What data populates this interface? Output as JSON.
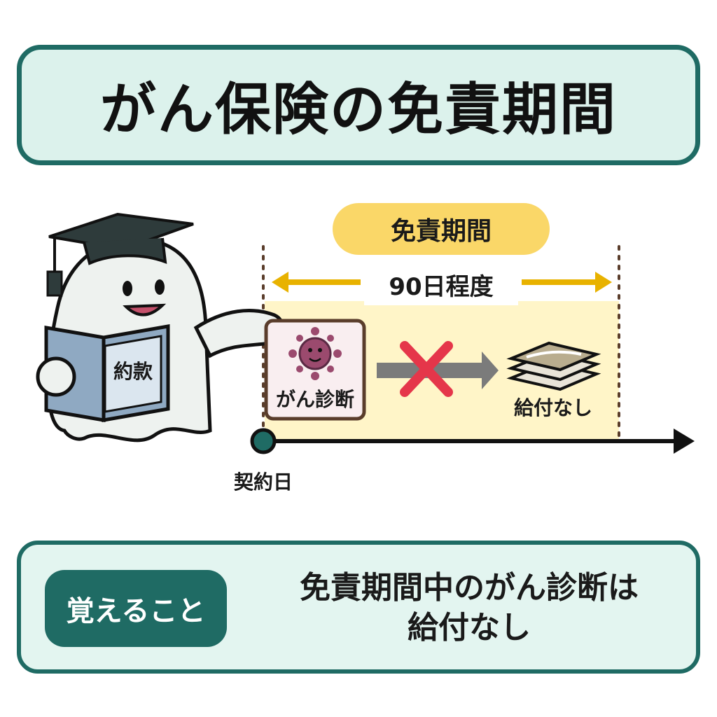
{
  "title": "がん保険の免責期間",
  "diagram": {
    "period_label": "免責期間",
    "duration_label": "90日程度",
    "book_label": "約款",
    "diagnosis_label": "がん診断",
    "result_label": "給付なし",
    "start_label": "契約日"
  },
  "memo": {
    "badge": "覚えること",
    "line1": "免責期間中のがん診断は",
    "line2": "給付なし"
  },
  "colors": {
    "teal": "#1f6b64",
    "light_teal": "#dcf2ec",
    "yellow_pill": "#fad768",
    "period_fill": "#fff5c8",
    "arrow_yellow": "#e8b200",
    "cross_red": "#e5364a"
  }
}
